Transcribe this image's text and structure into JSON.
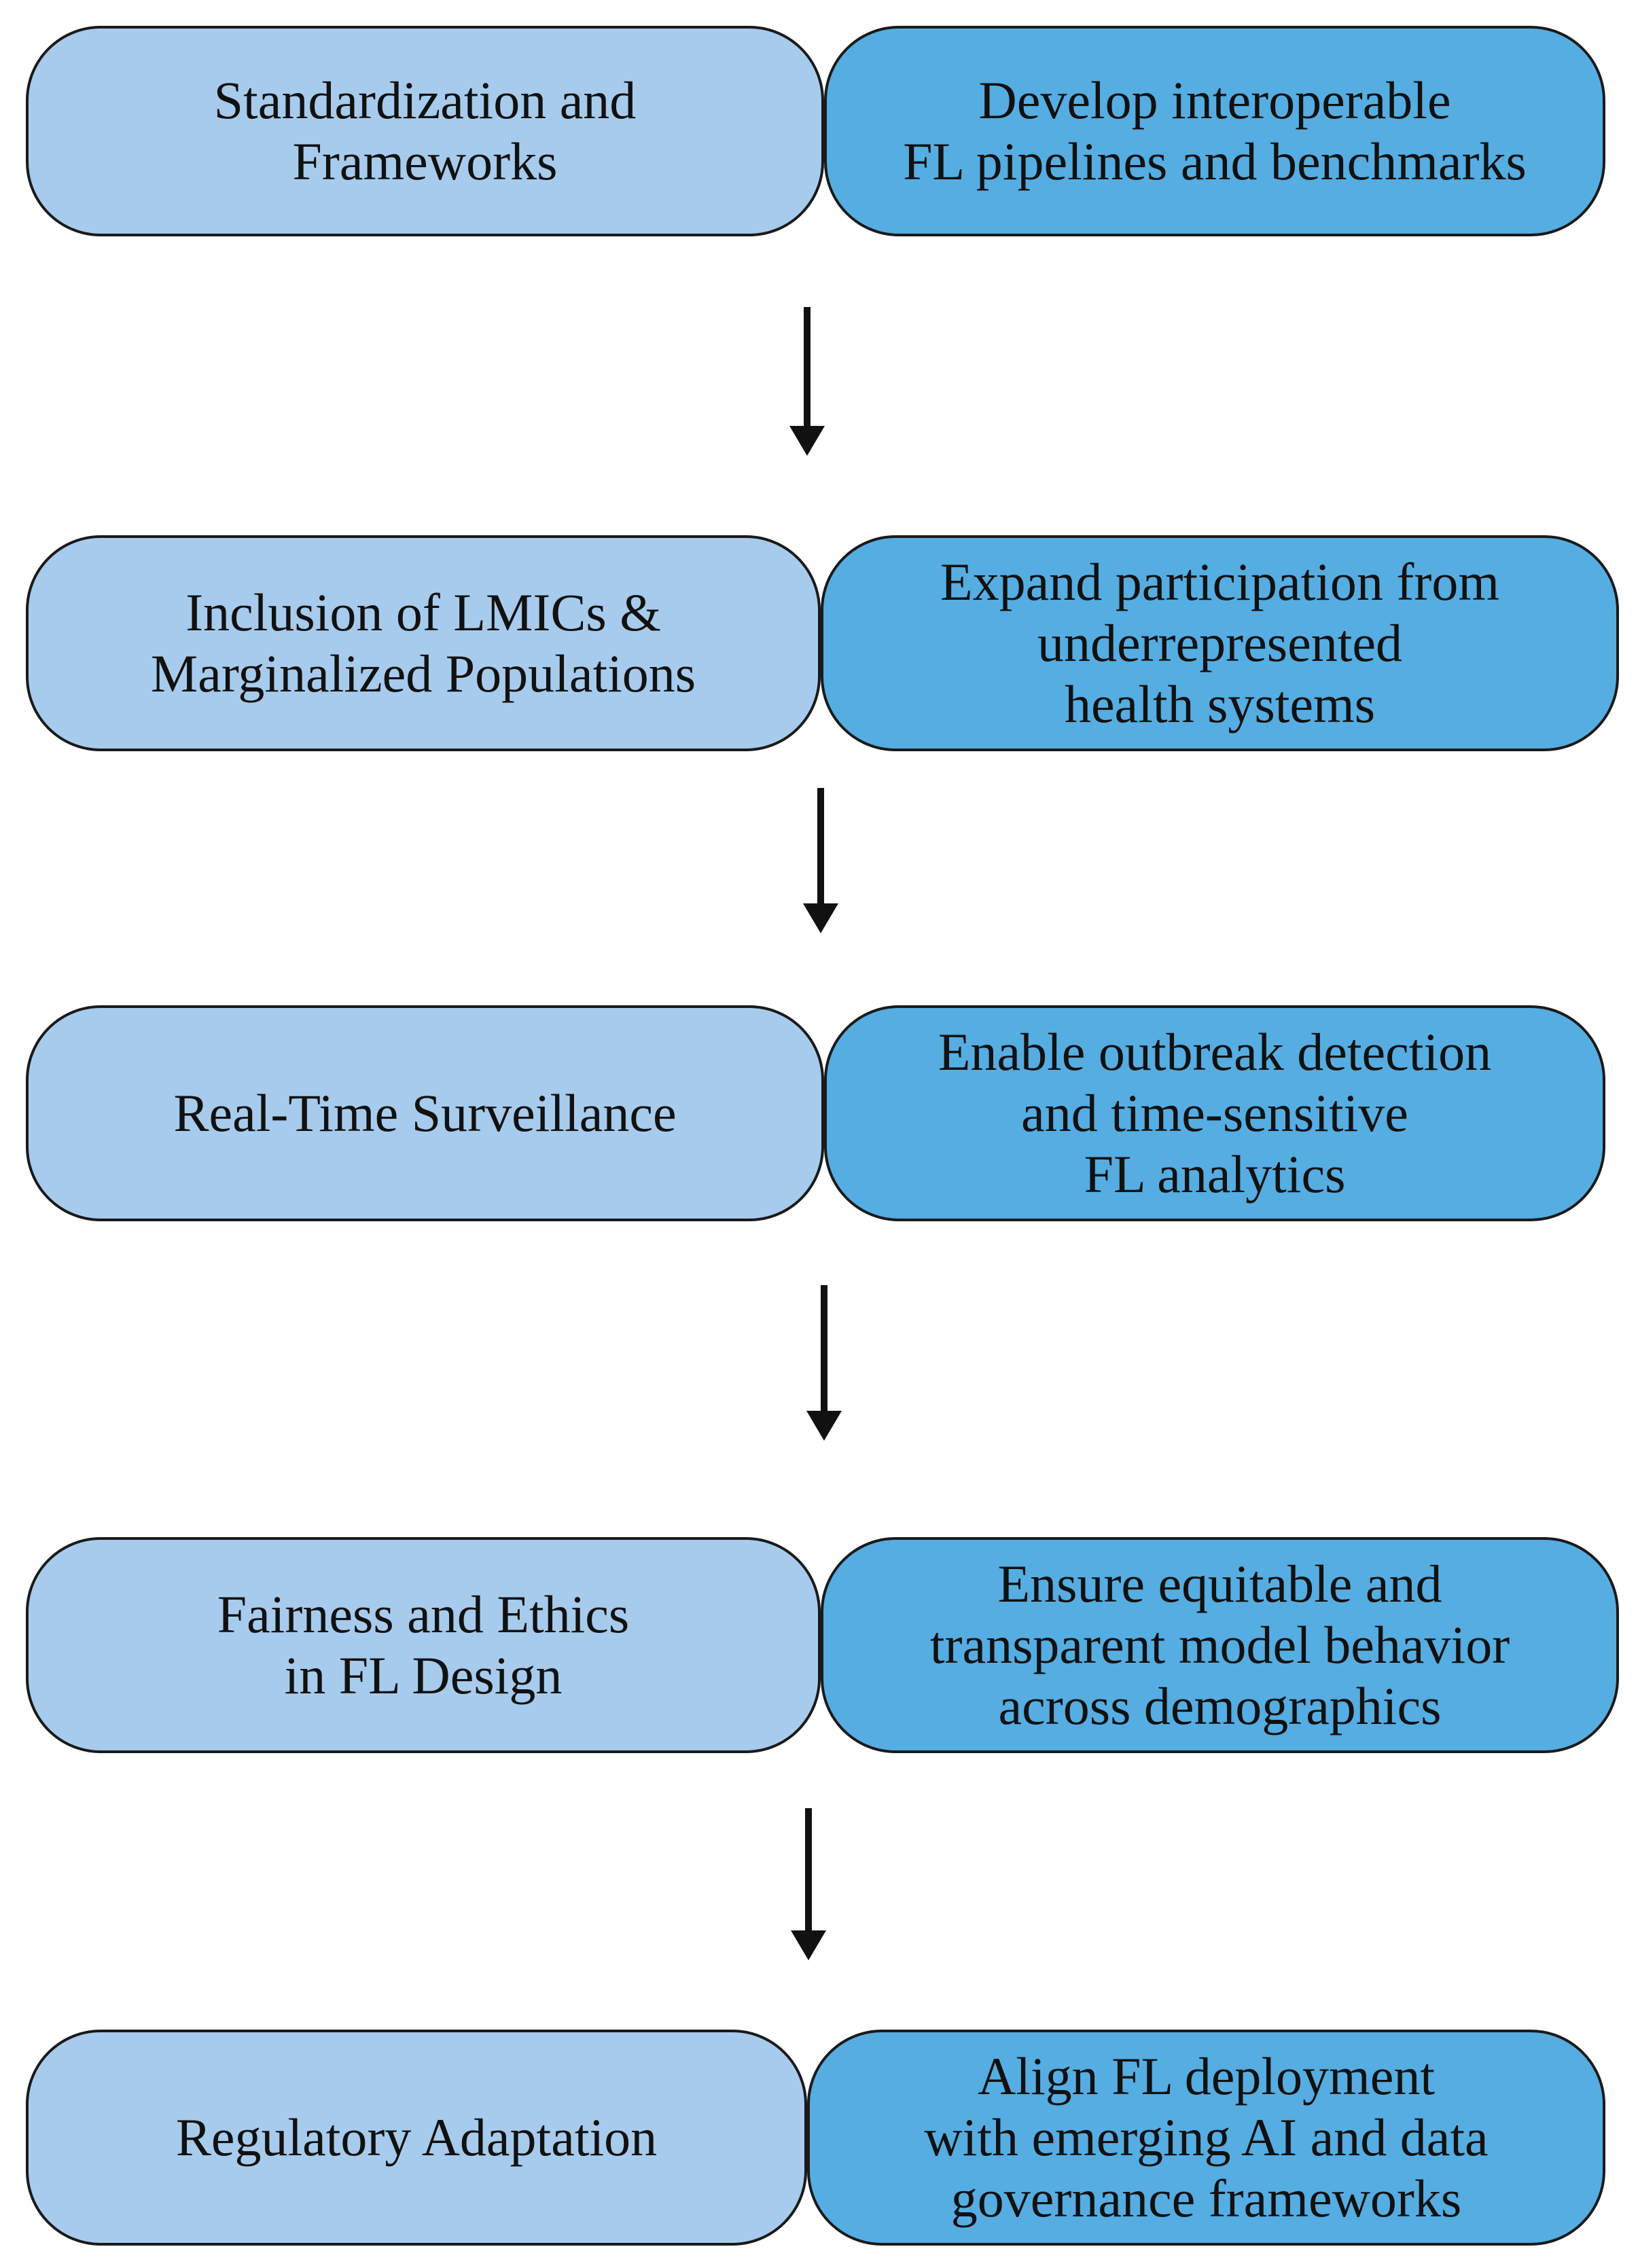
{
  "colors": {
    "left_fill": "#a7cbec",
    "right_fill": "#55ade2",
    "outline": "#1a1a1a",
    "arrow": "#111111"
  },
  "rows": [
    {
      "label": "Standardization and\nFrameworks",
      "description": "Develop interoperable\nFL pipelines and benchmarks"
    },
    {
      "label": "Inclusion of LMICs &\nMarginalized Populations",
      "description": "Expand participation from\nunderrepresented\nhealth systems"
    },
    {
      "label": "Real-Time Surveillance",
      "description": "Enable outbreak detection\nand time-sensitive\nFL analytics"
    },
    {
      "label": "Fairness and Ethics\nin FL Design",
      "description": "Ensure equitable and\ntransparent model behavior\nacross demographics"
    },
    {
      "label": "Regulatory Adaptation",
      "description": "Align FL deployment\nwith emerging AI and data\ngovernance frameworks"
    }
  ]
}
